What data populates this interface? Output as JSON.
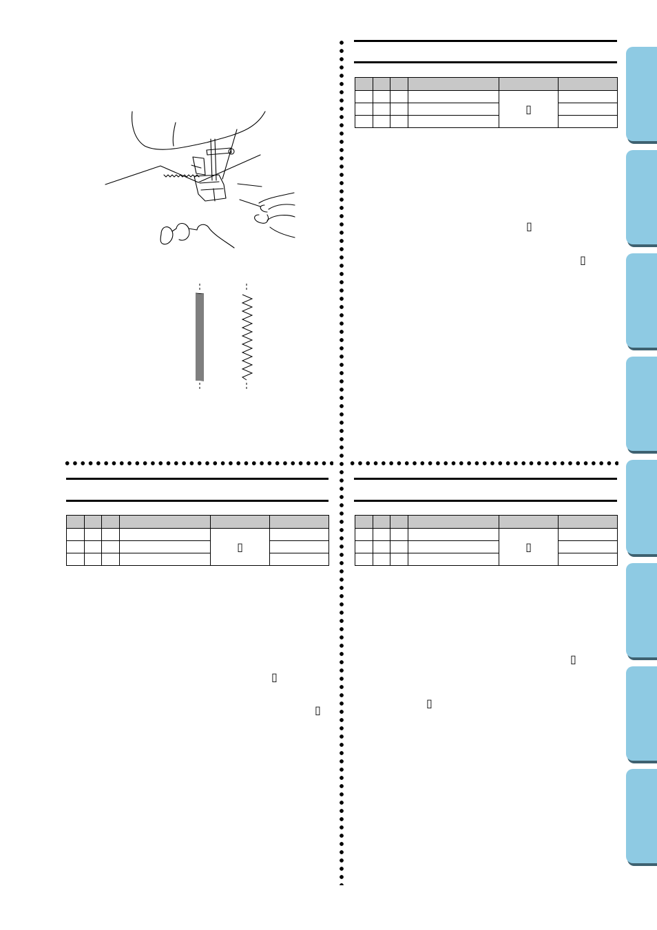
{
  "placeholder_glyph": "▯",
  "tables": [
    {
      "id": "top-right",
      "rows": 3,
      "merged_cell_symbol": "▯"
    },
    {
      "id": "bottom-left",
      "rows": 3,
      "merged_cell_symbol": "▯"
    },
    {
      "id": "bottom-right",
      "rows": 3,
      "merged_cell_symbol": "▯"
    }
  ],
  "text_markers": {
    "tr_1": "▯",
    "tr_2": "▯",
    "bl_1": "▯",
    "bl_2": "▯",
    "br_1": "▯",
    "br_2": "▯"
  },
  "side_tabs": {
    "count": 8,
    "color": "#8ecae3",
    "shadow_color": "#3e6170"
  },
  "illustration": {
    "subject": "sewing-machine-presser-foot-with-hands"
  },
  "stitch_samples": [
    {
      "name": "satin-stitch"
    },
    {
      "name": "zigzag-stitch"
    }
  ]
}
